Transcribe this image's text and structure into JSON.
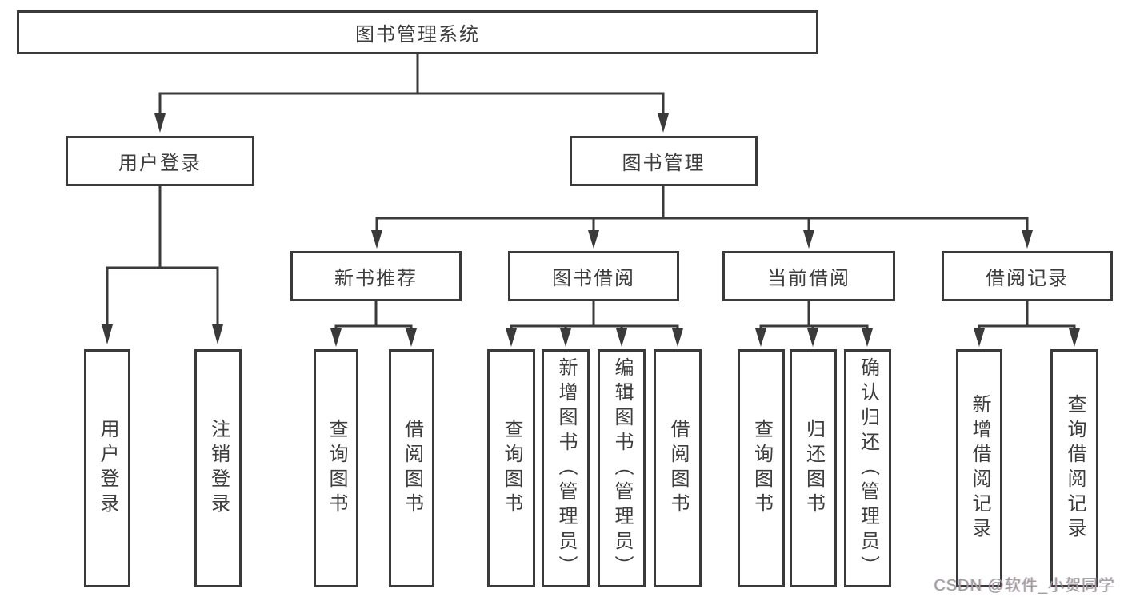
{
  "nodes": {
    "root": "图书管理系统",
    "userLogin": {
      "label": "用户登录",
      "children": [
        "用户登录",
        "注销登录"
      ]
    },
    "bookMgmt": {
      "label": "图书管理"
    },
    "newBooks": {
      "label": "新书推荐",
      "children": [
        "查询图书",
        "借阅图书"
      ]
    },
    "bookBorrow": {
      "label": "图书借阅",
      "children": [
        "查询图书",
        "新增图书（管理员）",
        "编辑图书（管理员）",
        "借阅图书"
      ]
    },
    "currentBorrow": {
      "label": "当前借阅",
      "children": [
        "查询图书",
        "归还图书",
        "确认归还（管理员）"
      ]
    },
    "borrowRecords": {
      "label": "借阅记录",
      "children": [
        "新增借阅记录",
        "查询借阅记录"
      ]
    }
  },
  "watermark": {
    "text": "CSDN @软件_小贺同学",
    "color": "#9e9e9e"
  },
  "colors": {
    "line": "#3a3a3a",
    "text": "#3d3d3d",
    "background": "#ffffff"
  }
}
